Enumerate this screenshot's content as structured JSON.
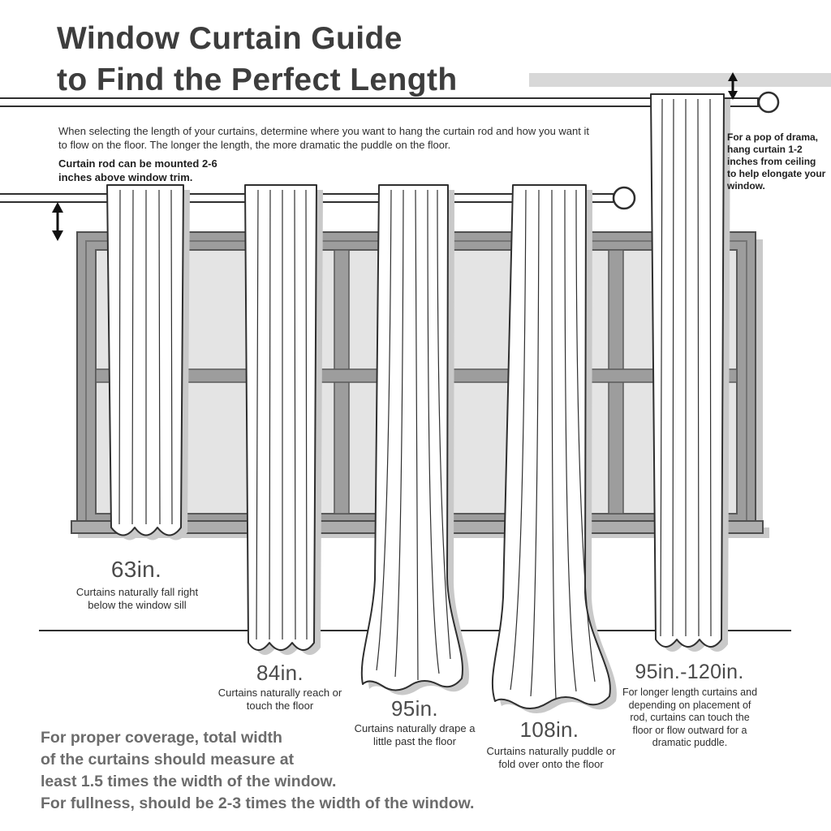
{
  "title": {
    "line1": "Window Curtain Guide",
    "line2": "to Find the Perfect Length"
  },
  "intro": "When selecting the length of your curtains, determine where you want to hang the curtain rod and how you want it to flow on the floor. The longer the length, the more dramatic the puddle on the floor.",
  "rod_note": "Curtain rod can be mounted 2-6 inches above window trim.",
  "drama_note": "For a pop of drama, hang curtain 1-2 inches from ceiling to help elongate your window.",
  "lengths": [
    {
      "label": "63in.",
      "description": "Curtains naturally fall right below the window sill"
    },
    {
      "label": "84in.",
      "description": "Curtains naturally reach or touch the floor"
    },
    {
      "label": "95in.",
      "description": "Curtains naturally drape a little past the floor"
    },
    {
      "label": "108in.",
      "description": "Curtains naturally puddle or fold over onto the floor"
    },
    {
      "label": "95in.-120in.",
      "description": "For longer length curtains and depending on placement of rod, curtains can touch the floor or flow outward for a dramatic puddle."
    }
  ],
  "footer": {
    "lines": [
      "For proper coverage, total width",
      "of the curtains should measure at",
      "least 1.5 times the width of the window.",
      "For fullness, should be 2-3 times the width of the window."
    ]
  },
  "colors": {
    "background": "#ffffff",
    "text_dark": "#3d3d3d",
    "text_gray": "#6c6c6c",
    "outline": "#2f2f2f",
    "frame_gray": "#9d9d9d",
    "pane_gray": "#e4e4e4",
    "shadow_gray": "#c9c9c9",
    "ceiling_gray": "#d8d8d8"
  }
}
